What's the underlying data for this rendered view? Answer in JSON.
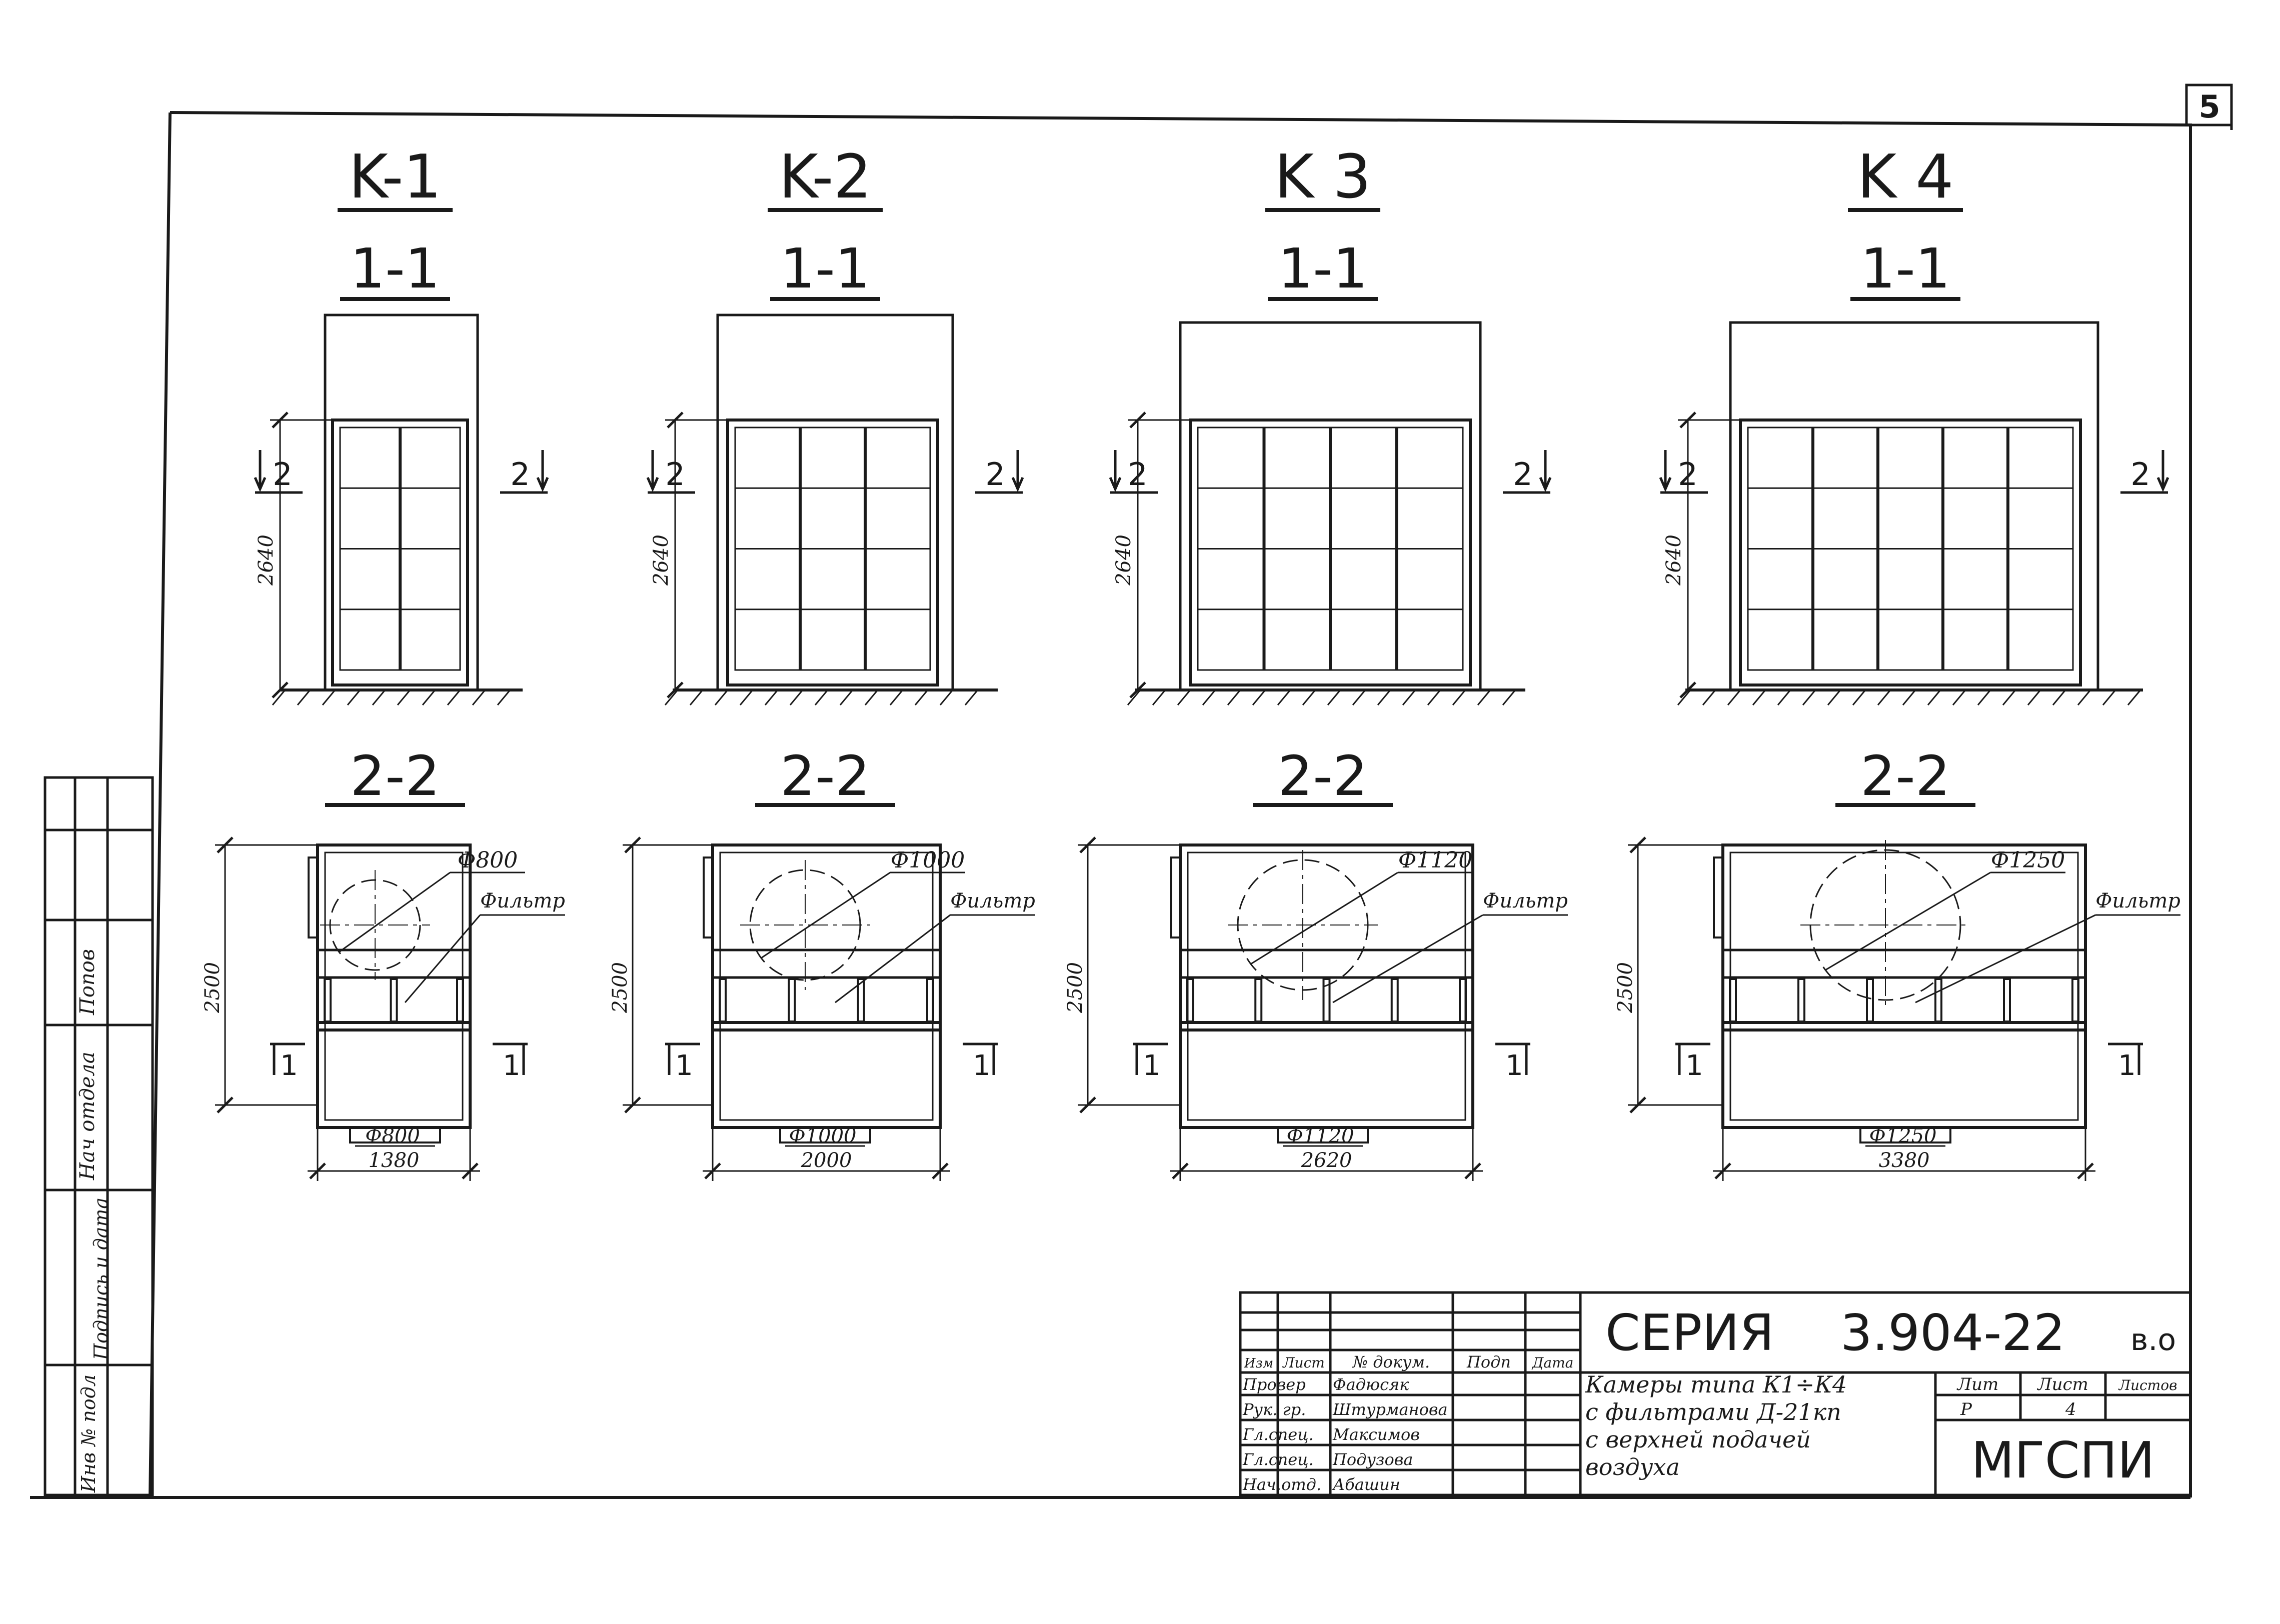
{
  "sheet_number": "5",
  "views": [
    {
      "id": "k1",
      "title": "K-1",
      "section_1": "1-1",
      "section_2": "2-2",
      "height_dim": "2640",
      "depth_dim": "2500",
      "duct_top": "Ф800",
      "duct_bottom": "Ф800",
      "width_dim": "1380",
      "filter_label": "Фильтр",
      "section_marks": [
        "2",
        "2",
        "1",
        "1"
      ]
    },
    {
      "id": "k2",
      "title": "K-2",
      "section_1": "1-1",
      "section_2": "2-2",
      "height_dim": "2640",
      "depth_dim": "2500",
      "duct_top": "Ф1000",
      "duct_bottom": "Ф1000",
      "width_dim": "2000",
      "filter_label": "Фильтр",
      "section_marks": [
        "2",
        "2",
        "1",
        "1"
      ]
    },
    {
      "id": "k3",
      "title": "K 3",
      "section_1": "1-1",
      "section_2": "2-2",
      "height_dim": "2640",
      "depth_dim": "2500",
      "duct_top": "Ф1120",
      "duct_bottom": "Ф1120",
      "width_dim": "2620",
      "filter_label": "Фильтр",
      "section_marks": [
        "2",
        "2",
        "1",
        "1"
      ]
    },
    {
      "id": "k4",
      "title": "K 4",
      "section_1": "1-1",
      "section_2": "2-2",
      "height_dim": "2640",
      "depth_dim": "2500",
      "duct_top": "Ф1250",
      "duct_bottom": "Ф1250",
      "width_dim": "3380",
      "filter_label": "Фильтр",
      "section_marks": [
        "2",
        "2",
        "1",
        "1"
      ]
    }
  ],
  "left_strip": [
    "Нач отдела",
    "Попов",
    "Подпись и дата",
    "Инв № подл"
  ],
  "title_block": {
    "series_label": "СЕРИЯ",
    "series_number": "3.904-22",
    "series_suffix": "в.о",
    "title_lines": [
      "Камеры типа К1÷К4",
      "с фильтрами Д-21кп",
      "с верхней подачей",
      "воздуха"
    ],
    "organization": "МГСПИ",
    "stage_header": "Лит",
    "sheet_header": "Лист",
    "sheets_header": "Листов",
    "stage": "Р",
    "sheet": "4",
    "columns": [
      "Изм",
      "Лист",
      "№ докум.",
      "Подп",
      "Дата"
    ],
    "rows": [
      {
        "role": "Провер",
        "name": "Фадюсяк"
      },
      {
        "role": "Рук. гр.",
        "name": "Штурманова"
      },
      {
        "role": "Гл.спец.",
        "name": "Максимов"
      },
      {
        "role": "Гл.спец.",
        "name": "Подузова"
      },
      {
        "role": "Нач.отд.",
        "name": "Абашин"
      }
    ]
  },
  "colors": {
    "ink": "#1a1a1a",
    "paper": "#ffffff"
  }
}
